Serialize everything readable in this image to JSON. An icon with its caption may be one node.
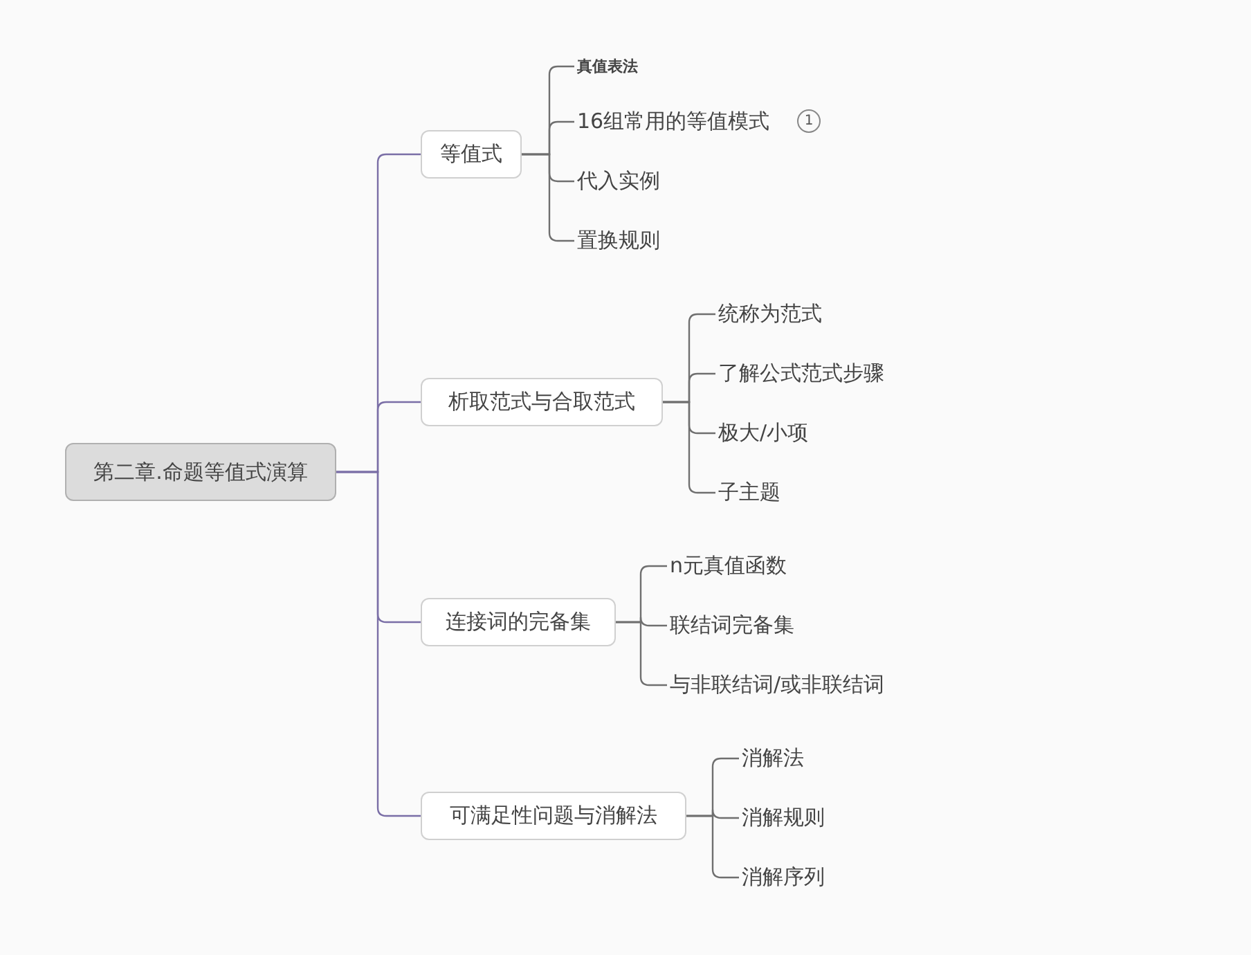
{
  "diagram": {
    "nodes": [
      {
        "text": [
          "第二章.命题等值式演算"
        ]
      },
      {
        "text": [
          "等值式"
        ]
      },
      {
        "text": [
          "真值表法"
        ]
      },
      {
        "text": [
          "16组常用的等值模式"
        ],
        "beside": [
          "1"
        ]
      },
      {
        "text": [
          "代入实例"
        ]
      },
      {
        "text": [
          "置换规则"
        ]
      },
      {
        "text": [
          "析取范式与合取范式"
        ]
      },
      {
        "text": [
          "统称为范式"
        ]
      },
      {
        "text": [
          "了解公式范式步骤"
        ]
      },
      {
        "text": [
          "极大/小项"
        ]
      },
      {
        "text": [
          "子主题"
        ]
      },
      {
        "text": [
          "连接词的完备集"
        ]
      },
      {
        "text": [
          "n元真值函数"
        ]
      },
      {
        "text": [
          "联结词完备集"
        ]
      },
      {
        "text": [
          "与非联结词/或非联结词"
        ]
      },
      {
        "text": [
          "可满足性问题与消解法"
        ]
      },
      {
        "text": [
          "消解法"
        ]
      },
      {
        "text": [
          "消解规则"
        ]
      },
      {
        "text": [
          "消解序列"
        ]
      }
    ],
    "edges": [
      {
        "from": 0,
        "to": 1,
        "arrow": "none",
        "color": "#7a6ea6"
      },
      {
        "from": 1,
        "to": 2,
        "arrow": "none"
      },
      {
        "from": 1,
        "to": 3,
        "arrow": "none"
      },
      {
        "from": 1,
        "to": 4,
        "arrow": "none"
      },
      {
        "from": 1,
        "to": 5,
        "arrow": "none"
      },
      {
        "from": 0,
        "to": 6,
        "arrow": "none",
        "color": "#7a6ea6"
      },
      {
        "from": 6,
        "to": 7,
        "arrow": "none"
      },
      {
        "from": 6,
        "to": 8,
        "arrow": "none"
      },
      {
        "from": 6,
        "to": 9,
        "arrow": "none"
      },
      {
        "from": 6,
        "to": 10,
        "arrow": "none"
      },
      {
        "from": 0,
        "to": 11,
        "arrow": "none",
        "color": "#7a6ea6"
      },
      {
        "from": 11,
        "to": 12,
        "arrow": "none"
      },
      {
        "from": 11,
        "to": 13,
        "arrow": "none"
      },
      {
        "from": 11,
        "to": 14,
        "arrow": "none"
      },
      {
        "from": 0,
        "to": 15,
        "arrow": "none",
        "color": "#7a6ea6"
      },
      {
        "from": 15,
        "to": 16,
        "arrow": "none"
      },
      {
        "from": 15,
        "to": 17,
        "arrow": "none"
      },
      {
        "from": 15,
        "to": 18,
        "arrow": "none"
      }
    ]
  }
}
